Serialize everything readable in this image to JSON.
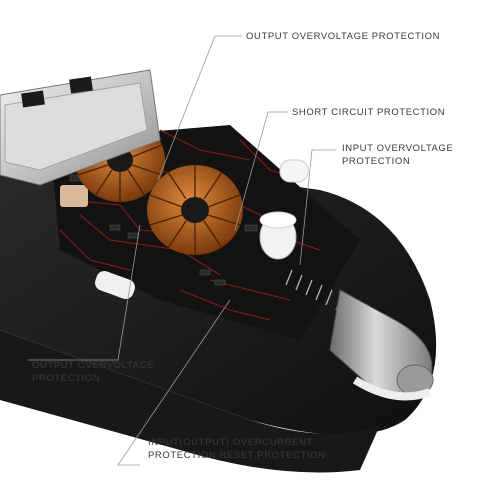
{
  "labels": {
    "output_overvoltage_top": "OUTPUT OVERVOLTAGE PROTECTION",
    "short_circuit": "SHORT CIRCUIT PROTECTION",
    "input_overvoltage_line1": "INPUT OVERVOLTAGE",
    "input_overvoltage_line2": "PROTECTION",
    "output_overvoltage_left_line1": "OUTPUT OVERVOLTAGE",
    "output_overvoltage_left_line2": "PROTECTION",
    "overcurrent_line1": "INPUT(OUTPUT) OVERCURRENT",
    "overcurrent_line2": "PROTECTION,RESET PROTECTION"
  },
  "colors": {
    "body": "#1e1e1e",
    "pcb": "#141414",
    "trace": "#8a1a1a",
    "coil": "#b8621f",
    "metal": "#c9c9c9",
    "leader": "#9a9a9a"
  }
}
